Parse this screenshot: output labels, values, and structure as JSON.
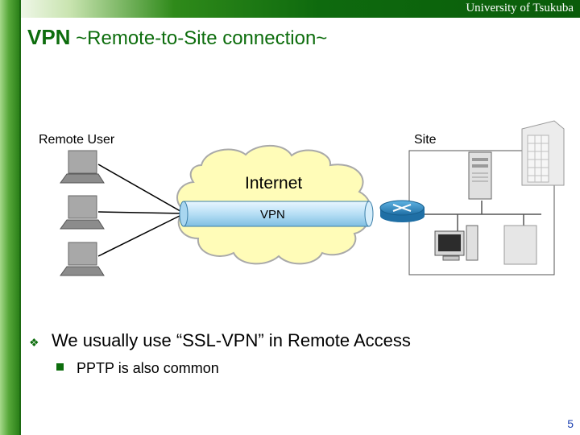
{
  "header": {
    "university": "University of Tsukuba"
  },
  "slide": {
    "title_main": "VPN",
    "title_sub": " ~Remote-to-Site connection~",
    "page_number": "5"
  },
  "diagram": {
    "remote_user_label": "Remote User",
    "site_label": "Site",
    "internet_label": "Internet",
    "vpn_label": "VPN",
    "remote_user_count": 3
  },
  "bullets": {
    "main": "We usually use “SSL-VPN”  in Remote Access",
    "sub": "PPTP is also common"
  },
  "colors": {
    "title": "#0d6d0d",
    "header": "#0e6a0e",
    "cloud": "#fffcb8",
    "tunnel": "#b7dff5",
    "router": "#2f8fc8",
    "page_number": "#1a3fb0"
  }
}
